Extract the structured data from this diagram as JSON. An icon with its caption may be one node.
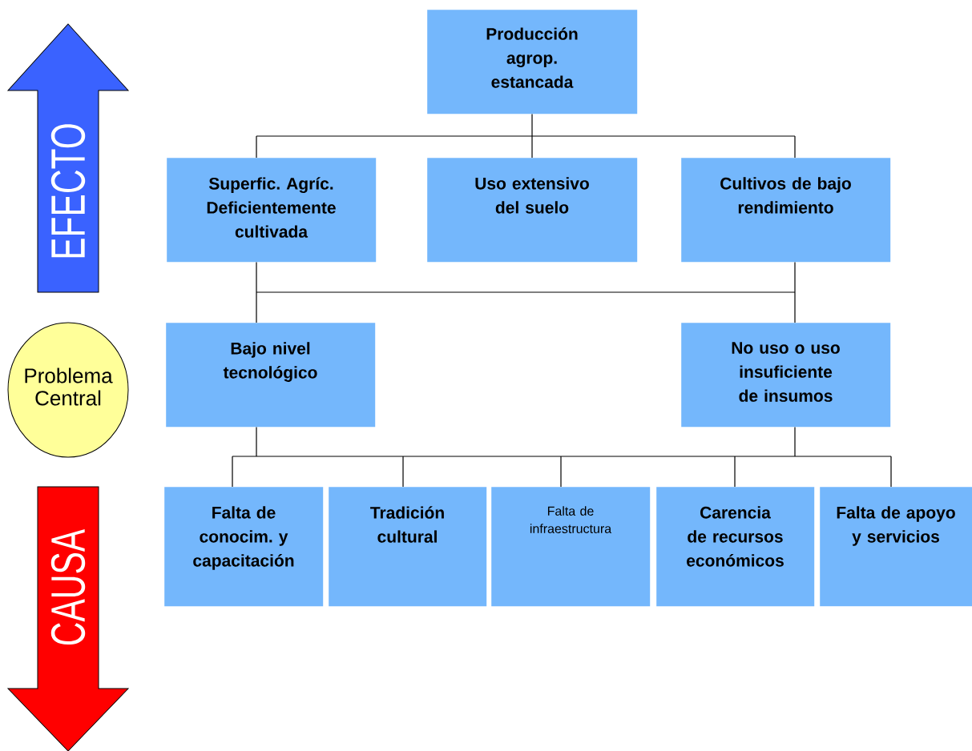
{
  "diagram": {
    "nodes": [
      {
        "text": [
          "Producción agrop. estancada"
        ]
      },
      {
        "text": [
          "Superfic. Agríc. Deficientemente cultivada"
        ]
      },
      {
        "text": [
          "Uso extensivo del suelo"
        ]
      },
      {
        "text": [
          "Cultivos de bajo rendimiento"
        ]
      },
      {
        "text": [
          "Bajo nivel tecnológico"
        ]
      },
      {
        "text": [
          "No uso o uso insuficiente de insumos"
        ]
      },
      {
        "text": [
          "Falta de conocim. y capacitación"
        ]
      },
      {
        "text": [
          "Tradición cultural"
        ]
      },
      {
        "text": [
          "Falta de infraestructura"
        ]
      },
      {
        "text": [
          "Carencia de recursos económicos"
        ]
      },
      {
        "text": [
          "Falta de apoyo y servicios"
        ]
      },
      {
        "text": [
          "EFECTO"
        ]
      },
      {
        "text": [
          "Problema",
          "Central"
        ]
      },
      {
        "text": [
          "CAUSA"
        ]
      }
    ],
    "edges": [
      {
        "from": 0,
        "to": 1,
        "arrow": "none"
      },
      {
        "from": 0,
        "to": 2,
        "arrow": "none"
      },
      {
        "from": 0,
        "to": 3,
        "arrow": "none"
      },
      {
        "from": 1,
        "to": 4,
        "arrow": "none"
      },
      {
        "from": 1,
        "to": 5,
        "arrow": "none"
      },
      {
        "from": 3,
        "to": 4,
        "arrow": "none"
      },
      {
        "from": 3,
        "to": 5,
        "arrow": "none"
      },
      {
        "from": 4,
        "to": 6,
        "arrow": "none"
      },
      {
        "from": 4,
        "to": 7,
        "arrow": "none"
      },
      {
        "from": 4,
        "to": 8,
        "arrow": "none"
      },
      {
        "from": 4,
        "to": 9,
        "arrow": "none"
      },
      {
        "from": 4,
        "to": 10,
        "arrow": "none"
      },
      {
        "from": 5,
        "to": 6,
        "arrow": "none"
      },
      {
        "from": 5,
        "to": 7,
        "arrow": "none"
      },
      {
        "from": 5,
        "to": 8,
        "arrow": "none"
      },
      {
        "from": 5,
        "to": 9,
        "arrow": "none"
      },
      {
        "from": 5,
        "to": 10,
        "arrow": "none"
      }
    ]
  }
}
